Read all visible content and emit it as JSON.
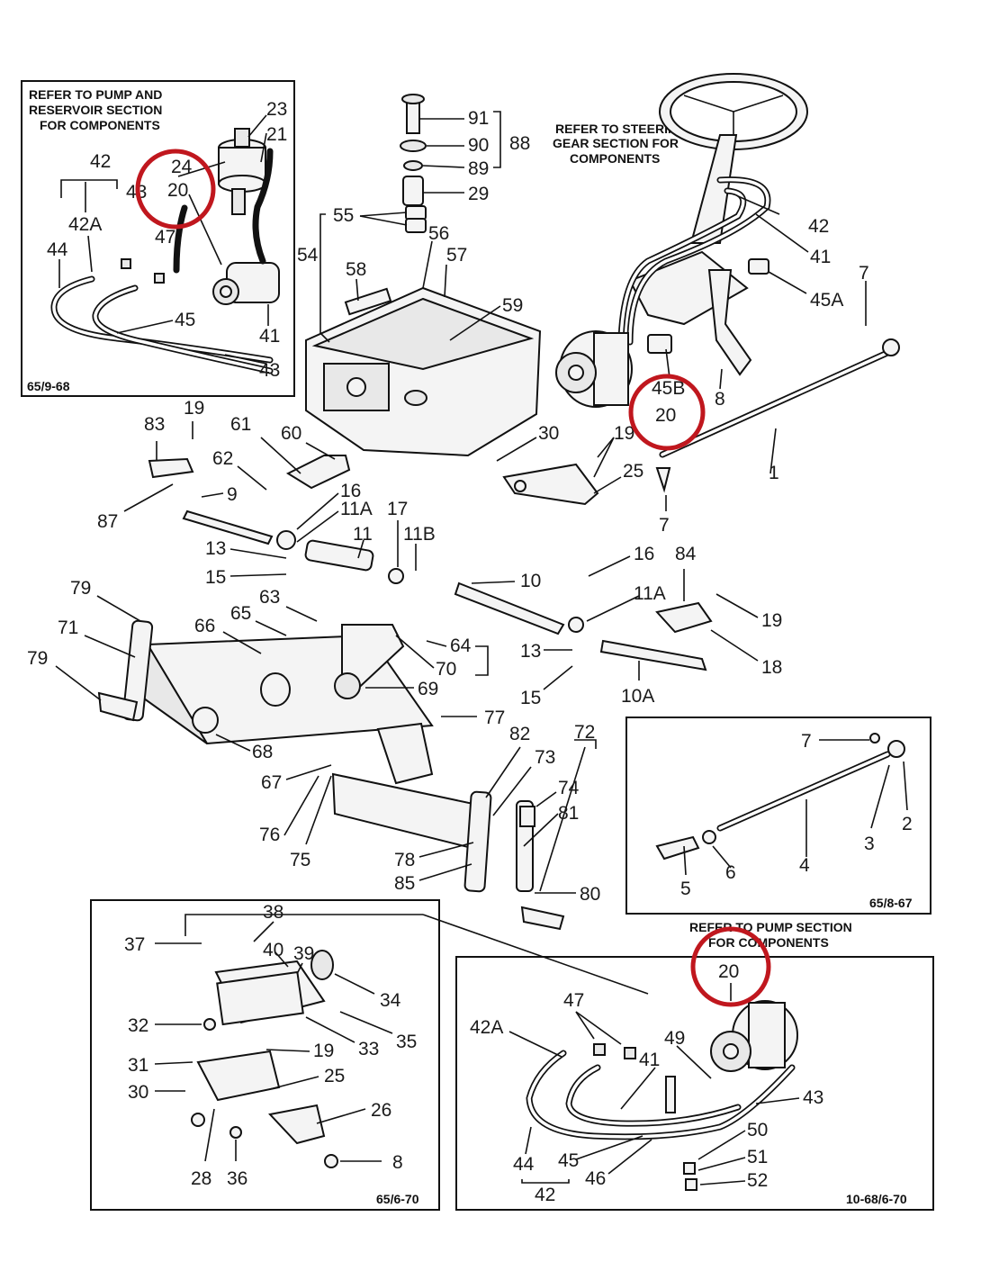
{
  "notes": {
    "pump_reservoir": [
      "REFER TO PUMP AND",
      "RESERVOIR SECTION",
      "FOR COMPONENTS"
    ],
    "steering_gear": [
      "REFER TO STEERING",
      "GEAR SECTION FOR",
      "COMPONENTS"
    ],
    "pump_section": [
      "REFER TO PUMP SECTION",
      "FOR COMPONENTS"
    ]
  },
  "inset_codes": {
    "top_left": "65/9-68",
    "right_mid": "65/8-67",
    "bottom_left": "65/6-70",
    "bottom_right": "10-68/6-70"
  },
  "labels": {
    "tl_23": "23",
    "tl_21": "21",
    "tl_24": "24",
    "tl_20": "20",
    "tl_42": "42",
    "tl_43a": "43",
    "tl_42a": "42A",
    "tl_47": "47",
    "tl_44": "44",
    "tl_45": "45",
    "tl_41": "41",
    "tl_43b": "43",
    "m_91": "91",
    "m_90": "90",
    "m_89": "89",
    "m_88": "88",
    "m_29": "29",
    "m_55": "55",
    "m_56": "56",
    "m_54": "54",
    "m_57": "57",
    "m_58": "58",
    "m_59": "59",
    "s_42": "42",
    "s_41": "41",
    "s_45a": "45A",
    "s_7a": "7",
    "s_45b": "45B",
    "s_20": "20",
    "s_8": "8",
    "s_1": "1",
    "s_7b": "7",
    "s_19": "19",
    "s_25": "25",
    "s_30": "30",
    "l_19a": "19",
    "l_83": "83",
    "l_61": "61",
    "l_60": "60",
    "l_62": "62",
    "l_16a": "16",
    "l_9": "9",
    "l_87": "87",
    "l_11a1": "11A",
    "l_17": "17",
    "l_11": "11",
    "l_11b": "11B",
    "l_13a": "13",
    "l_15a": "15",
    "l_10": "10",
    "l_16b": "16",
    "l_84": "84",
    "l_11a2": "11A",
    "l_19b": "19",
    "l_18": "18",
    "l_13b": "13",
    "l_15b": "15",
    "l_10a": "10A",
    "a_79a": "79",
    "a_71": "71",
    "a_79b": "79",
    "a_63": "63",
    "a_65": "65",
    "a_66": "66",
    "a_64": "64",
    "a_70": "70",
    "a_69": "69",
    "a_77": "77",
    "a_68": "68",
    "a_67": "67",
    "a_82": "82",
    "a_73": "73",
    "a_72": "72",
    "a_74": "74",
    "a_81": "81",
    "a_76": "76",
    "a_75": "75",
    "a_78": "78",
    "a_85": "85",
    "a_80": "80",
    "r_7": "7",
    "r_2": "2",
    "r_3": "3",
    "r_4": "4",
    "r_5": "5",
    "r_6": "6",
    "bl_38": "38",
    "bl_37": "37",
    "bl_40": "40",
    "bl_39": "39",
    "bl_34": "34",
    "bl_35": "35",
    "bl_32": "32",
    "bl_33": "33",
    "bl_19": "19",
    "bl_31": "31",
    "bl_25": "25",
    "bl_30": "30",
    "bl_26": "26",
    "bl_8": "8",
    "bl_28": "28",
    "bl_36": "36",
    "br_20": "20",
    "br_47": "47",
    "br_42a": "42A",
    "br_49": "49",
    "br_41": "41",
    "br_43": "43",
    "br_50": "50",
    "br_51": "51",
    "br_52": "52",
    "br_44": "44",
    "br_45": "45",
    "br_46": "46",
    "br_42": "42"
  },
  "highlight_color": "#c0171e"
}
